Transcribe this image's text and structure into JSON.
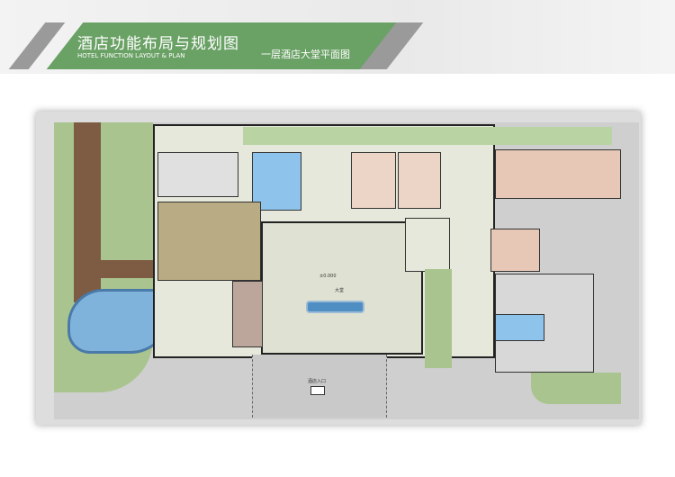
{
  "header": {
    "title": "酒店功能布局与规划图",
    "subtitle": "HOTEL FUNCTION LAYOUT & PLAN",
    "plan_title": "一层酒店大堂平面图",
    "accent": "#6aa165"
  },
  "plan": {
    "lobby_label": "大堂",
    "entrance_label": "酒店入口",
    "elevation": "±0.000"
  }
}
